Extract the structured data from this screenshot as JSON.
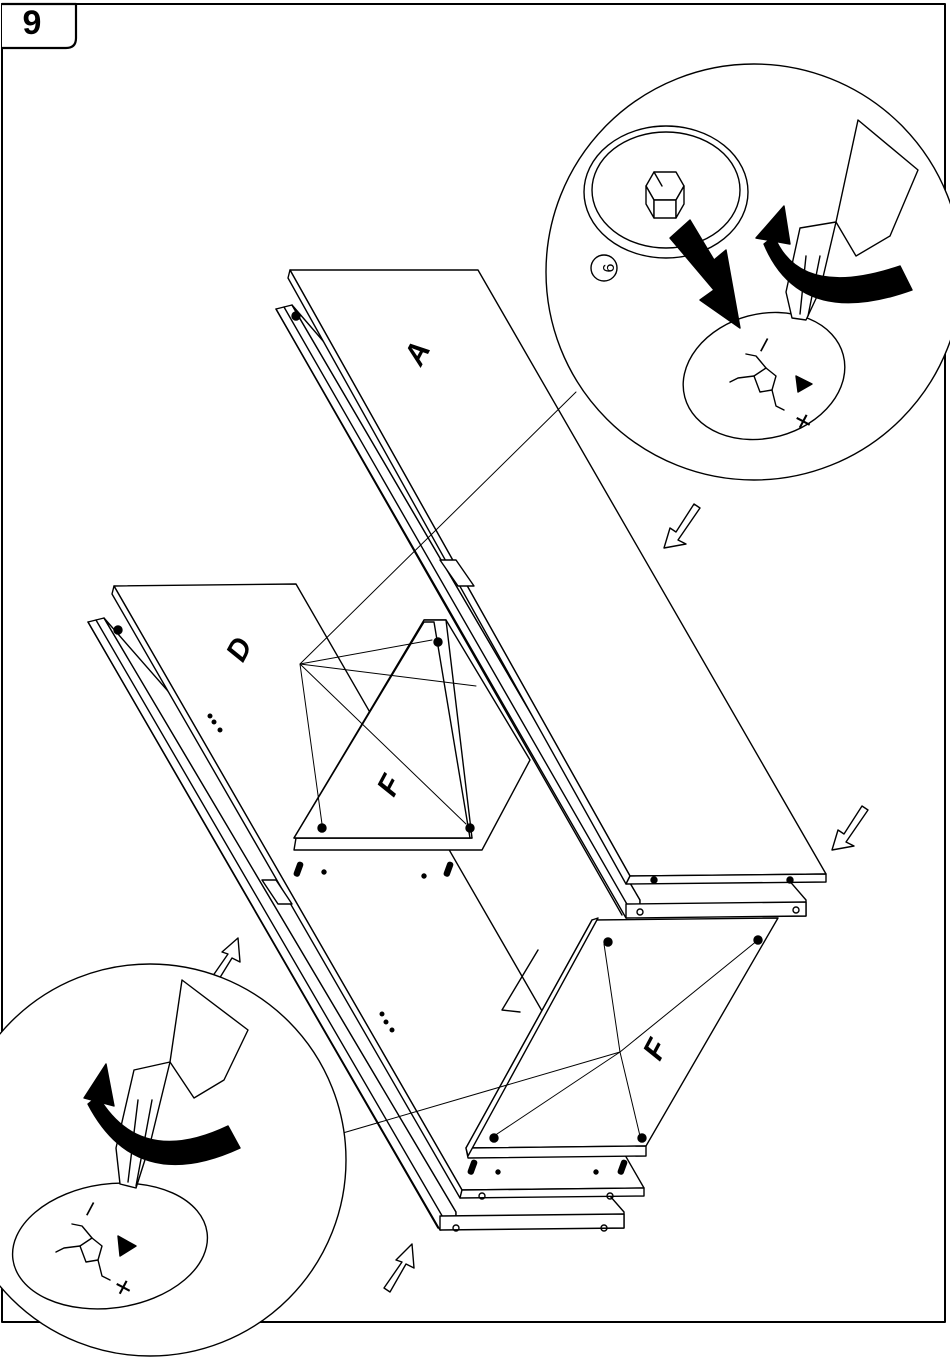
{
  "step": {
    "number": "9"
  },
  "panels": {
    "a_label": "A",
    "d_label": "D",
    "f_top_label": "F",
    "f_bottom_label": "F"
  },
  "detail_top": {
    "part_number": "6",
    "minus_sign": "–",
    "plus_sign": "+"
  },
  "detail_bottom": {
    "minus_sign": "–",
    "plus_sign": "+"
  },
  "icons": [
    "screwdriver-icon",
    "rotate-arrow-icon",
    "cam-lock-icon",
    "insert-arrow-icon",
    "direction-arrow-icon"
  ]
}
